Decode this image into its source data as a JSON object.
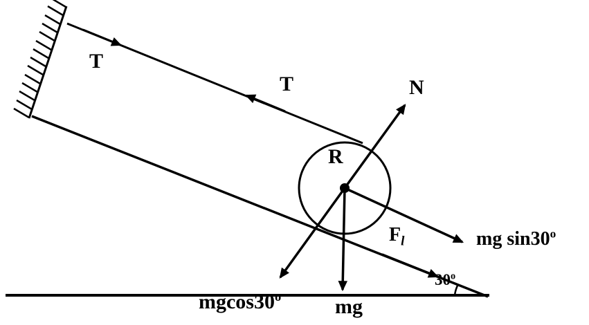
{
  "diagram": {
    "labels": {
      "tension_upper": "T",
      "tension_mid": "T",
      "normal": "N",
      "radius": "R",
      "mg_sin_base": "mg sin30",
      "mg_sin_sup": "o",
      "friction_base": "F",
      "friction_sub": "l",
      "angle_base": "30",
      "angle_sup": "o",
      "mg_cos_base": "mgcos30",
      "mg_cos_sup": "o",
      "weight": "mg"
    },
    "colors": {
      "ink": "#000000",
      "paper": "#ffffff"
    }
  }
}
